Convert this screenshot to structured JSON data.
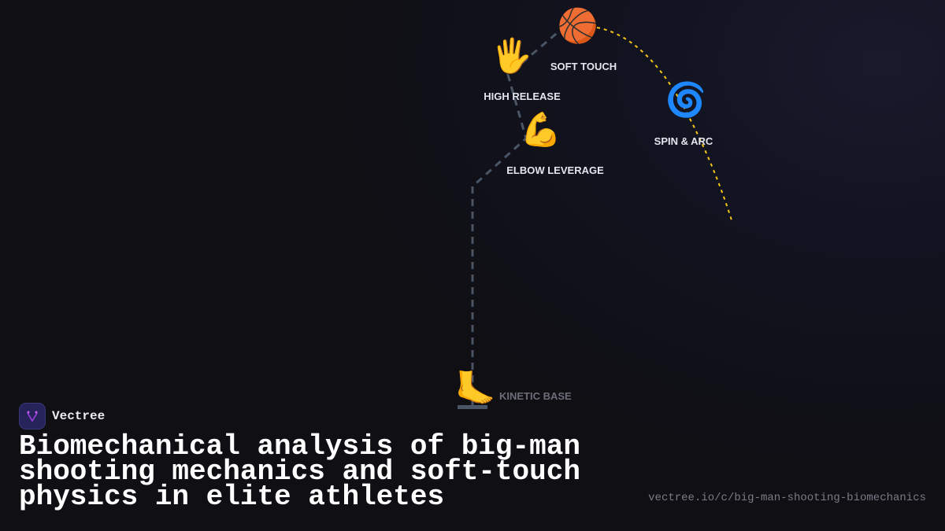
{
  "diagram": {
    "nodes": [
      {
        "id": "soft-touch",
        "icon": "basketball-icon",
        "glyph": "🏀",
        "label": "SOFT TOUCH"
      },
      {
        "id": "high-release",
        "icon": "raised-hand-icon",
        "glyph": "🖐️",
        "label": "HIGH RELEASE"
      },
      {
        "id": "elbow-leverage",
        "icon": "flexed-biceps-icon",
        "glyph": "💪",
        "label": "ELBOW LEVERAGE"
      },
      {
        "id": "spin-arc",
        "icon": "cyclone-icon",
        "glyph": "🌀",
        "label": "SPIN & ARC"
      },
      {
        "id": "kinetic-base",
        "icon": "foot-icon",
        "glyph": "🦶",
        "label": "KINETIC BASE"
      }
    ],
    "colors": {
      "body_path": "#4a5566",
      "ball_arc": "#f5c518"
    }
  },
  "brand": {
    "name": "Vectree",
    "logo_icon": "vectree-logo-icon"
  },
  "title": "Biomechanical analysis of big-man shooting mechanics and soft-touch physics in elite athletes",
  "url": "vectree.io/c/big-man-shooting-biomechanics"
}
